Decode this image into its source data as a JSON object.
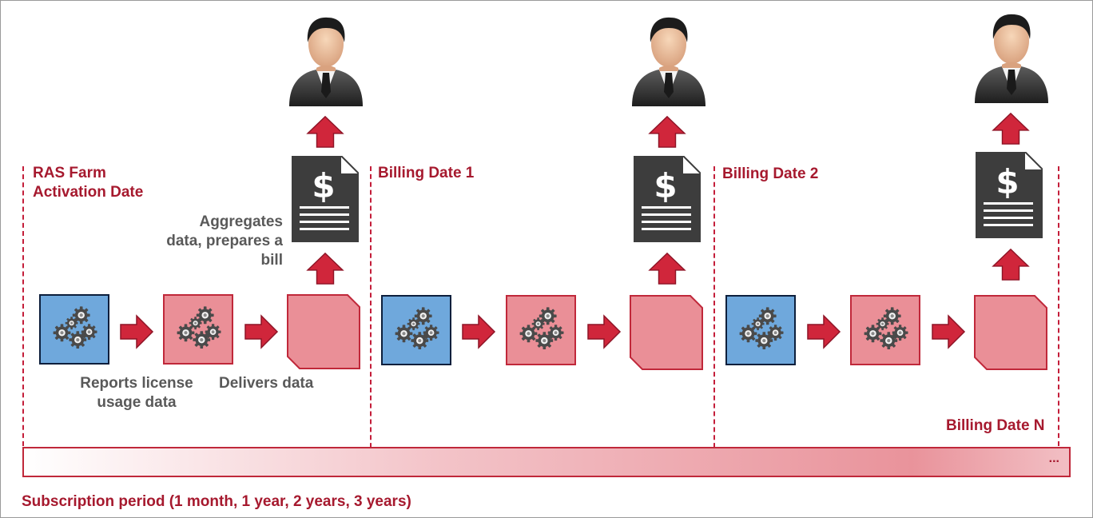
{
  "labels": {
    "activation": [
      "RAS Farm",
      "Activation Date"
    ],
    "billing_1": "Billing Date 1",
    "billing_2": "Billing Date 2",
    "billing_n": "Billing Date N",
    "aggregates": [
      "Aggregates",
      "data, prepares a",
      "bill"
    ],
    "reports": [
      "Reports license",
      "usage data"
    ],
    "delivers": "Delivers data",
    "subscription": "Subscription period (1 month, 1 year, 2 years, 3 years)",
    "ellipsis": "..."
  },
  "icons": {
    "person": "businessman-icon",
    "bill": "dollar-bill-document-icon",
    "gears": "gears-icon",
    "arrow": "red-arrow-icon",
    "document": "folded-document-icon"
  },
  "colors": {
    "accent_red": "#c41e3a",
    "label_red": "#a6192e",
    "label_gray": "#595959",
    "box_blue": "#6fa8dc",
    "box_pink": "#ea8f97",
    "bill_dark": "#3f3f3f"
  }
}
